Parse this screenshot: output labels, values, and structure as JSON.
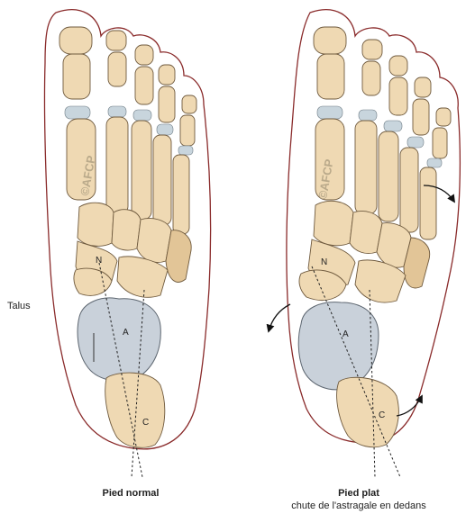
{
  "side_label": "Talus",
  "left_foot": {
    "watermark": "©AFCP",
    "point_n": "N",
    "point_a": "A",
    "point_c": "C",
    "caption": "Pied normal"
  },
  "right_foot": {
    "watermark": "©AFCP",
    "point_n": "N",
    "point_a": "A",
    "point_c": "C",
    "caption": "Pied plat",
    "subcaption": "chute de l'astragale en dedans"
  },
  "colors": {
    "skin_outline": "#8a2b2b",
    "bone": "#efd9b3",
    "talus": "#c9d1da"
  }
}
